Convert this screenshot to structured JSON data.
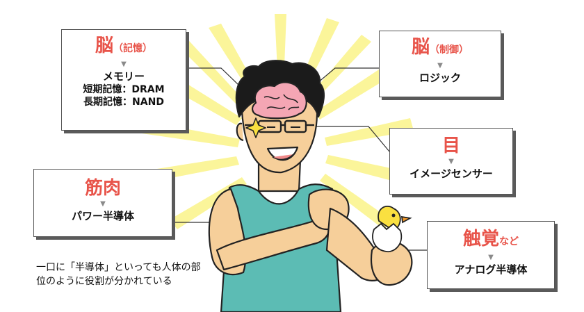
{
  "boxes": {
    "memory": {
      "title": "脳",
      "sub": "（記憶）",
      "label": "メモリー",
      "detail1": "短期記憶：DRAM",
      "detail2": "長期記憶：NAND"
    },
    "control": {
      "title": "脳",
      "sub": "（制御）",
      "label": "ロジック"
    },
    "eye": {
      "title": "目",
      "label": "イメージセンサー"
    },
    "muscle": {
      "title": "筋肉",
      "label": "パワー半導体"
    },
    "touch": {
      "title": "触覚",
      "sub": "など",
      "label": "アナログ半導体"
    }
  },
  "caption": "一口に「半導体」といっても人体の部位のように役割が分かれている",
  "colors": {
    "accent": "#e8544a",
    "burst": "#fbf59a",
    "skin": "#f6cf9a",
    "shirt": "#5cbcb4",
    "brain": "#f4a6b4",
    "chick": "#fae040"
  }
}
